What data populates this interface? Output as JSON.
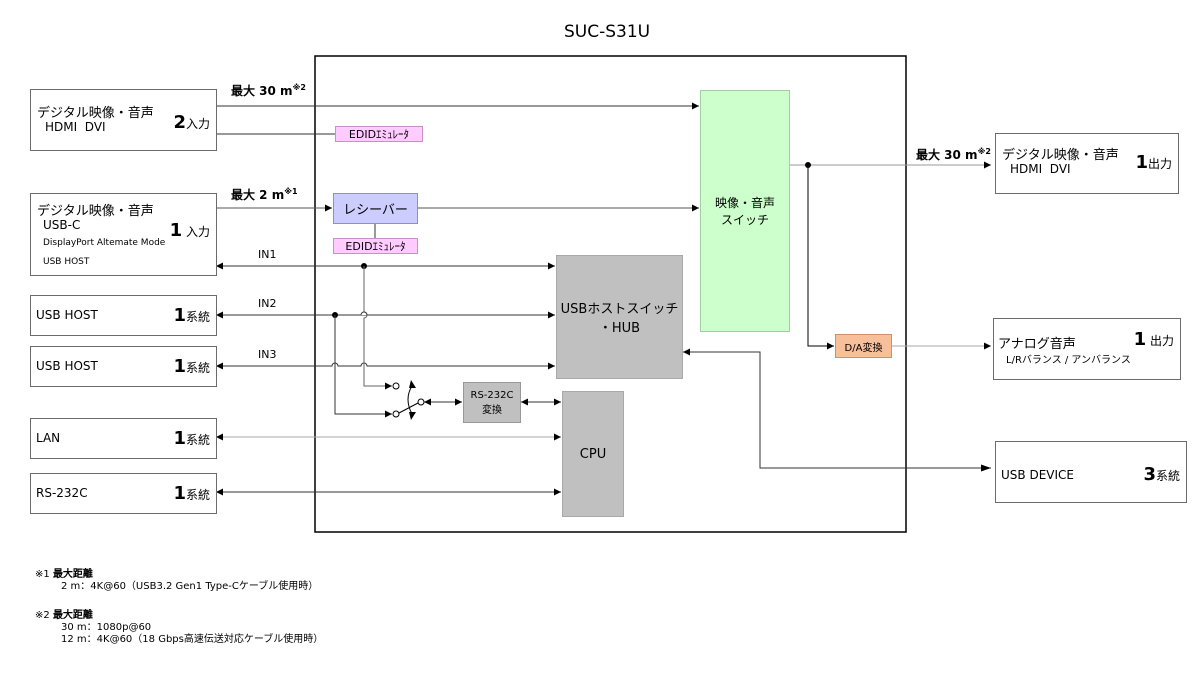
{
  "device": {
    "title": "SUC-S31U"
  },
  "colors": {
    "switch_fill": "#ccffcc",
    "receiver_fill": "#ccccff",
    "edid_fill": "#ffccff",
    "da_fill": "#f8c09a",
    "gray_block_fill": "#c0c0c0",
    "line": "#000000"
  },
  "inputs": [
    {
      "title": "デジタル映像・音声",
      "sub": [
        "HDMI  DVI"
      ],
      "count": "2",
      "unit": "入力",
      "distance": "最大 30 m",
      "note_ref": "※2"
    },
    {
      "title": "デジタル映像・音声",
      "sub": [
        "USB-C",
        "DisplayPort Altemate Mode",
        "USB HOST"
      ],
      "count": "1",
      "unit": "入力",
      "distance": "最大 2 m",
      "note_ref": "※1"
    },
    {
      "title": "USB HOST",
      "sub": [],
      "count": "1",
      "unit": "系統"
    },
    {
      "title": "USB HOST",
      "sub": [],
      "count": "1",
      "unit": "系統"
    },
    {
      "title": "LAN",
      "sub": [],
      "count": "1",
      "unit": "系統"
    },
    {
      "title": "RS-232C",
      "sub": [],
      "count": "1",
      "unit": "系統"
    }
  ],
  "outputs": [
    {
      "title": "デジタル映像・音声",
      "sub": "HDMI  DVI",
      "count": "1",
      "unit": "出力",
      "distance": "最大 30 m",
      "note_ref": "※2"
    },
    {
      "title": "アナログ音声",
      "sub": "L/Rバランス / アンバランス",
      "count": "1",
      "unit": "出力"
    },
    {
      "title": "USB DEVICE",
      "sub": "",
      "count": "3",
      "unit": "系統"
    }
  ],
  "blocks": {
    "edid1": "EDIDｴﾐｭﾚｰﾀ",
    "edid2": "EDIDｴﾐｭﾚｰﾀ",
    "receiver": "レシーバー",
    "switch": [
      "映像・音声",
      "スイッチ"
    ],
    "usb_hub": [
      "USBホストスイッチ",
      "・HUB"
    ],
    "rs232_conv": [
      "RS-232C",
      "変換"
    ],
    "cpu": "CPU",
    "da": "D/A変換"
  },
  "usb_lines": [
    "IN1",
    "IN2",
    "IN3"
  ],
  "notes": [
    {
      "mark": "※1",
      "title": "最大距離",
      "lines": [
        "2 m：4K@60（USB3.2 Gen1 Type-Cケーブル使用時）"
      ]
    },
    {
      "mark": "※2",
      "title": "最大距離",
      "lines": [
        "30 m：1080p@60",
        "12 m：4K@60（18 Gbps高速伝送対応ケーブル使用時）"
      ]
    }
  ]
}
